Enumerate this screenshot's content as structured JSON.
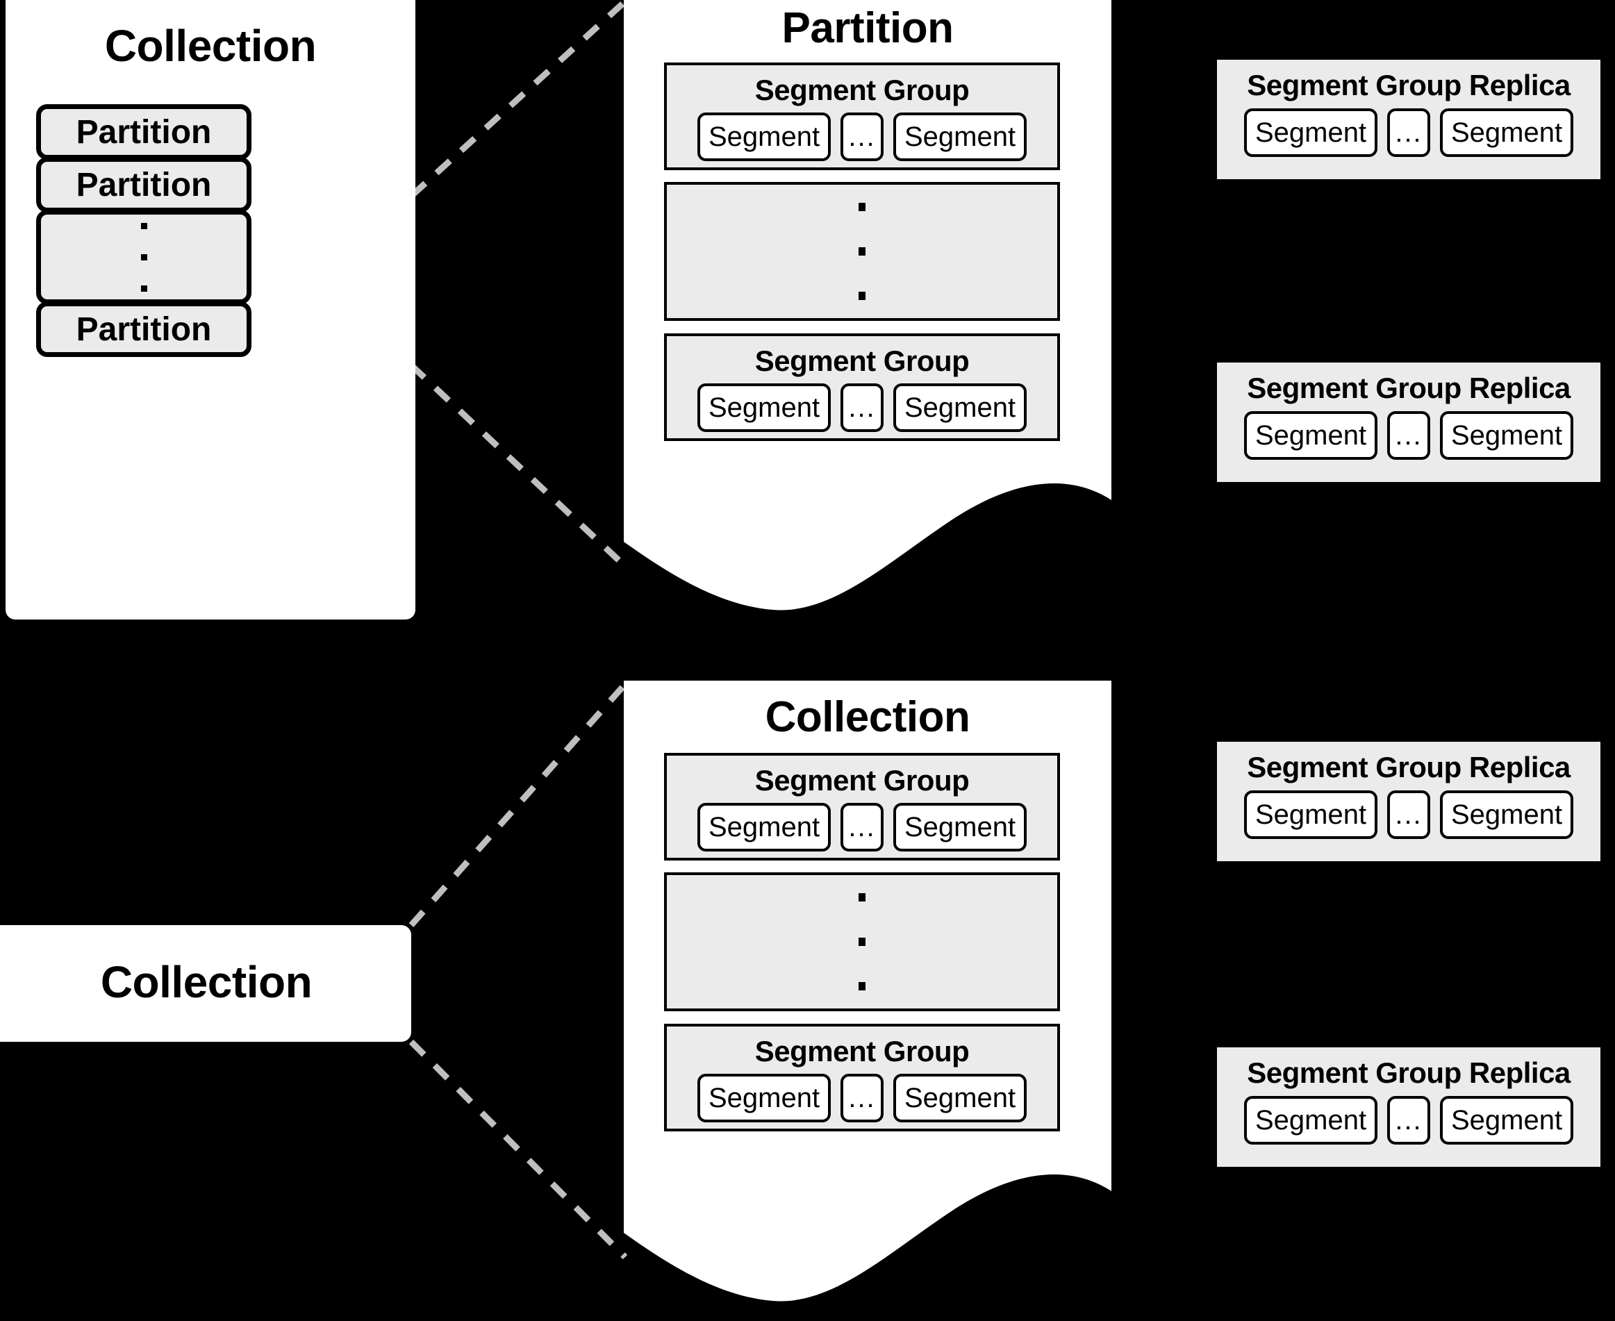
{
  "background_color": "#000000",
  "panel_color": "#ffffff",
  "box_fill_color": "#ebebeb",
  "connector_color": "#bfbfbf",
  "collection_panel": {
    "title": "Collection",
    "partitions": [
      {
        "label": "Partition"
      },
      {
        "label": "Partition"
      },
      {
        "label": "",
        "is_ellipsis": true
      },
      {
        "label": "Partition"
      }
    ]
  },
  "partition_panel": {
    "title": "Partition",
    "segment_groups": [
      {
        "title": "Segment Group",
        "segments": [
          "Segment",
          "...",
          "Segment"
        ]
      },
      {
        "title": "",
        "is_ellipsis": true
      },
      {
        "title": "Segment Group",
        "segments": [
          "Segment",
          "...",
          "Segment"
        ]
      }
    ]
  },
  "collection_detail_panel": {
    "title": "Collection",
    "segment_groups": [
      {
        "title": "Segment Group",
        "segments": [
          "Segment",
          "...",
          "Segment"
        ]
      },
      {
        "title": "",
        "is_ellipsis": true
      },
      {
        "title": "Segment Group",
        "segments": [
          "Segment",
          "...",
          "Segment"
        ]
      }
    ]
  },
  "collection_node": {
    "title": "Collection"
  },
  "replicas": [
    {
      "title": "Segment Group Replica",
      "segments": [
        "Segment",
        "...",
        "Segment"
      ]
    },
    {
      "title": "Segment Group Replica",
      "segments": [
        "Segment",
        "...",
        "Segment"
      ]
    },
    {
      "title": "Segment Group Replica",
      "segments": [
        "Segment",
        "...",
        "Segment"
      ]
    },
    {
      "title": "Segment Group Replica",
      "segments": [
        "Segment",
        "...",
        "Segment"
      ]
    }
  ]
}
